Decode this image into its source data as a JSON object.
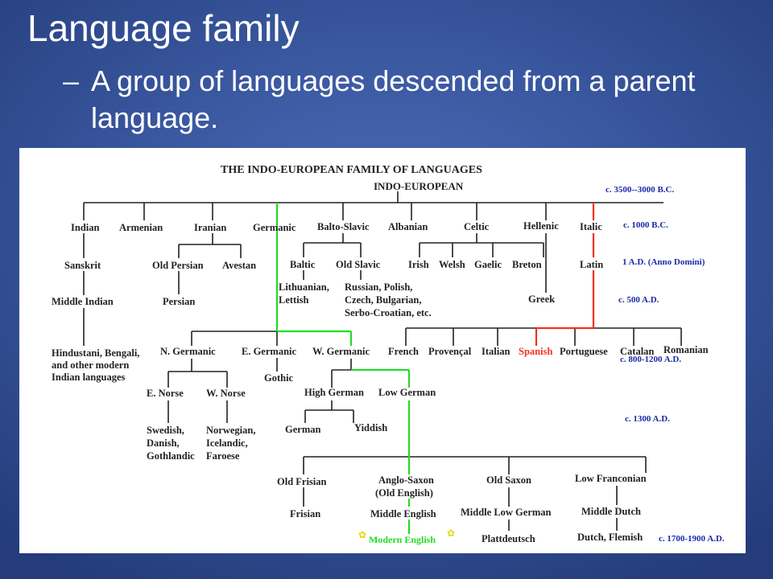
{
  "slide": {
    "title": "Language family",
    "bullet_dash": "–",
    "bullet": "A group of languages descended from a parent language."
  },
  "diagram": {
    "title": "THE INDO-EUROPEAN FAMILY OF LANGUAGES",
    "root": "INDO-EUROPEAN",
    "eras": [
      "c. 3500--3000 B.C.",
      "c. 1000 B.C.",
      "1 A.D. (Anno Domini)",
      "c. 500 A.D.",
      "c. 800-1200 A.D.",
      "c. 1300 A.D.",
      "c. 1700-1900 A.D."
    ],
    "branches": [
      "Indian",
      "Armenian",
      "Iranian",
      "Germanic",
      "Balto-Slavic",
      "Albanian",
      "Celtic",
      "Hellenic",
      "Italic"
    ],
    "indian": {
      "sanskrit": "Sanskrit",
      "middle_indian": "Middle Indian",
      "modern": [
        "Hindustani, Bengali,",
        "and other modern",
        "Indian languages"
      ]
    },
    "iranian": {
      "old_persian": "Old Persian",
      "avestan": "Avestan",
      "persian": "Persian"
    },
    "balto_slavic": {
      "baltic": "Baltic",
      "old_slavic": "Old Slavic",
      "baltic_modern": [
        "Lithuanian,",
        "Lettish"
      ],
      "slavic_modern": [
        "Russian, Polish,",
        "Czech, Bulgarian,",
        "Serbo-Croatian, etc."
      ]
    },
    "celtic": [
      "Irish",
      "Welsh",
      "Gaelic",
      "Breton"
    ],
    "hellenic": {
      "greek": "Greek"
    },
    "italic": {
      "latin": "Latin",
      "romance": [
        "French",
        "Provençal",
        "Italian",
        "Spanish",
        "Portuguese",
        "Catalan",
        "Romanian"
      ]
    },
    "germanic": {
      "north": "N. Germanic",
      "east": "E. Germanic",
      "west": "W. Germanic",
      "gothic": "Gothic",
      "e_norse": "E. Norse",
      "w_norse": "W. Norse",
      "e_norse_modern": [
        "Swedish,",
        "Danish,",
        "Gothlandic"
      ],
      "w_norse_modern": [
        "Norwegian,",
        "Icelandic,",
        "Faroese"
      ],
      "high_german": "High German",
      "low_german": "Low German",
      "german": "German",
      "yiddish": "Yiddish",
      "old_frisian": "Old Frisian",
      "frisian": "Frisian",
      "anglo_saxon": [
        "Anglo-Saxon",
        "(Old English)"
      ],
      "middle_english": "Middle English",
      "modern_english": "Modern English",
      "old_saxon": "Old Saxon",
      "middle_low_german": "Middle Low German",
      "plattdeutsch": "Plattdeutsch",
      "low_franconian": "Low Franconian",
      "middle_dutch": "Middle Dutch",
      "dutch_flemish": "Dutch, Flemish"
    },
    "colors": {
      "english_path": "#22dd22",
      "spanish_path": "#ee3322",
      "lines": "#222222",
      "era_text": "#1a2aa8",
      "background": "#ffffff"
    }
  }
}
